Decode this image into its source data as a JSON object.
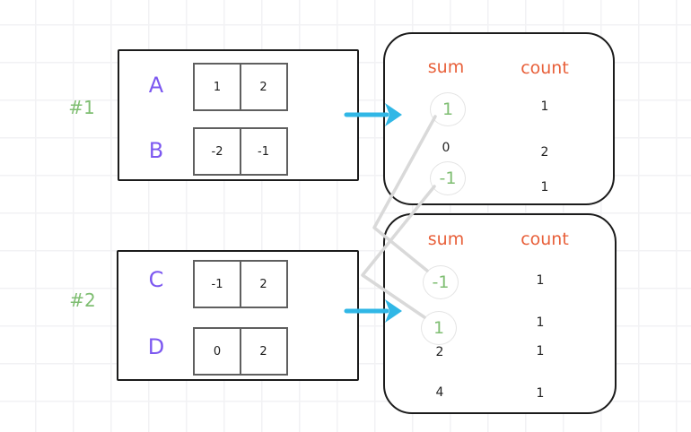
{
  "diagram": {
    "examples": [
      {
        "label": "#1",
        "arrays": [
          {
            "name": "A",
            "cells": [
              "1",
              "2"
            ]
          },
          {
            "name": "B",
            "cells": [
              "-2",
              "-1"
            ]
          }
        ],
        "result_table": {
          "sum_header": "sum",
          "count_header": "count",
          "rows": [
            {
              "sum": "1",
              "count": "1",
              "highlighted": true
            },
            {
              "sum": "0",
              "count": "2",
              "highlighted": false
            },
            {
              "sum": "-1",
              "count": "1",
              "highlighted": true
            }
          ]
        }
      },
      {
        "label": "#2",
        "arrays": [
          {
            "name": "C",
            "cells": [
              "-1",
              "2"
            ]
          },
          {
            "name": "D",
            "cells": [
              "0",
              "2"
            ]
          }
        ],
        "result_table": {
          "sum_header": "sum",
          "count_header": "count",
          "rows": [
            {
              "sum": "-1",
              "count": "1",
              "highlighted": true
            },
            {
              "sum": "1",
              "count": "1",
              "highlighted": true
            },
            {
              "sum": "2",
              "count": "1",
              "highlighted": false
            },
            {
              "sum": "4",
              "count": "1",
              "highlighted": false
            }
          ]
        }
      }
    ],
    "colors": {
      "array_label": "#7c58f0",
      "example_label": "#7fbe72",
      "table_header": "#e8603a",
      "highlighted_value": "#7fbe72",
      "arrow": "#30b7e6",
      "connector": "#d9d9d9",
      "box_border": "#1b1b1b",
      "cell_border": "#5f5f5f"
    }
  }
}
